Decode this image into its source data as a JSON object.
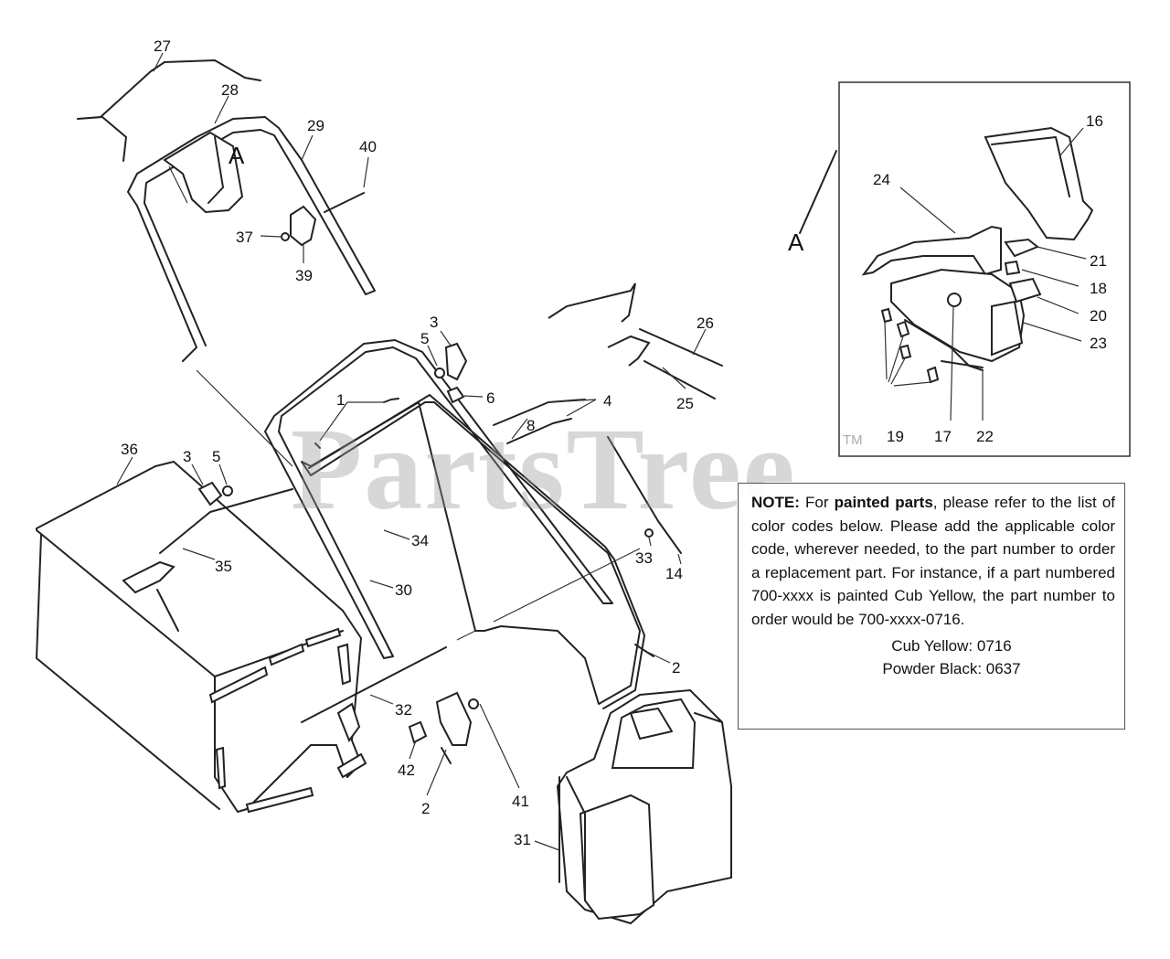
{
  "watermark": {
    "text": "PartsTree",
    "tm": "TM"
  },
  "note": {
    "label": "NOTE:",
    "intro": "For",
    "emphasis": "painted parts",
    "body": ", please refer to the list of color codes below. Please add the applicable color code, wherever needed, to the part number to order a replacement part. For instance, if a part numbered 700-xxxx is painted Cub Yellow, the part number to order would be 700-xxxx-0716.",
    "codes": [
      "Cub Yellow: 0716",
      "Powder Black: 0637"
    ]
  },
  "callouts": {
    "c27": "27",
    "c28": "28",
    "c29": "29",
    "c40": "40",
    "cA1": "A",
    "c37": "37",
    "c39": "39",
    "c3a": "3",
    "c5a": "5",
    "c6": "6",
    "c1": "1",
    "c4": "4",
    "c8": "8",
    "c26": "26",
    "c25": "25",
    "c36": "36",
    "c3b": "3",
    "c5b": "5",
    "c35": "35",
    "c34": "34",
    "c30": "30",
    "c33": "33",
    "c14": "14",
    "c2a": "2",
    "c32": "32",
    "c42": "42",
    "c2b": "2",
    "c41": "41",
    "c31": "31",
    "cA2": "A",
    "c16": "16",
    "c24": "24",
    "c21": "21",
    "c18": "18",
    "c20": "20",
    "c23": "23",
    "c19": "19",
    "c17": "17",
    "c22": "22"
  }
}
